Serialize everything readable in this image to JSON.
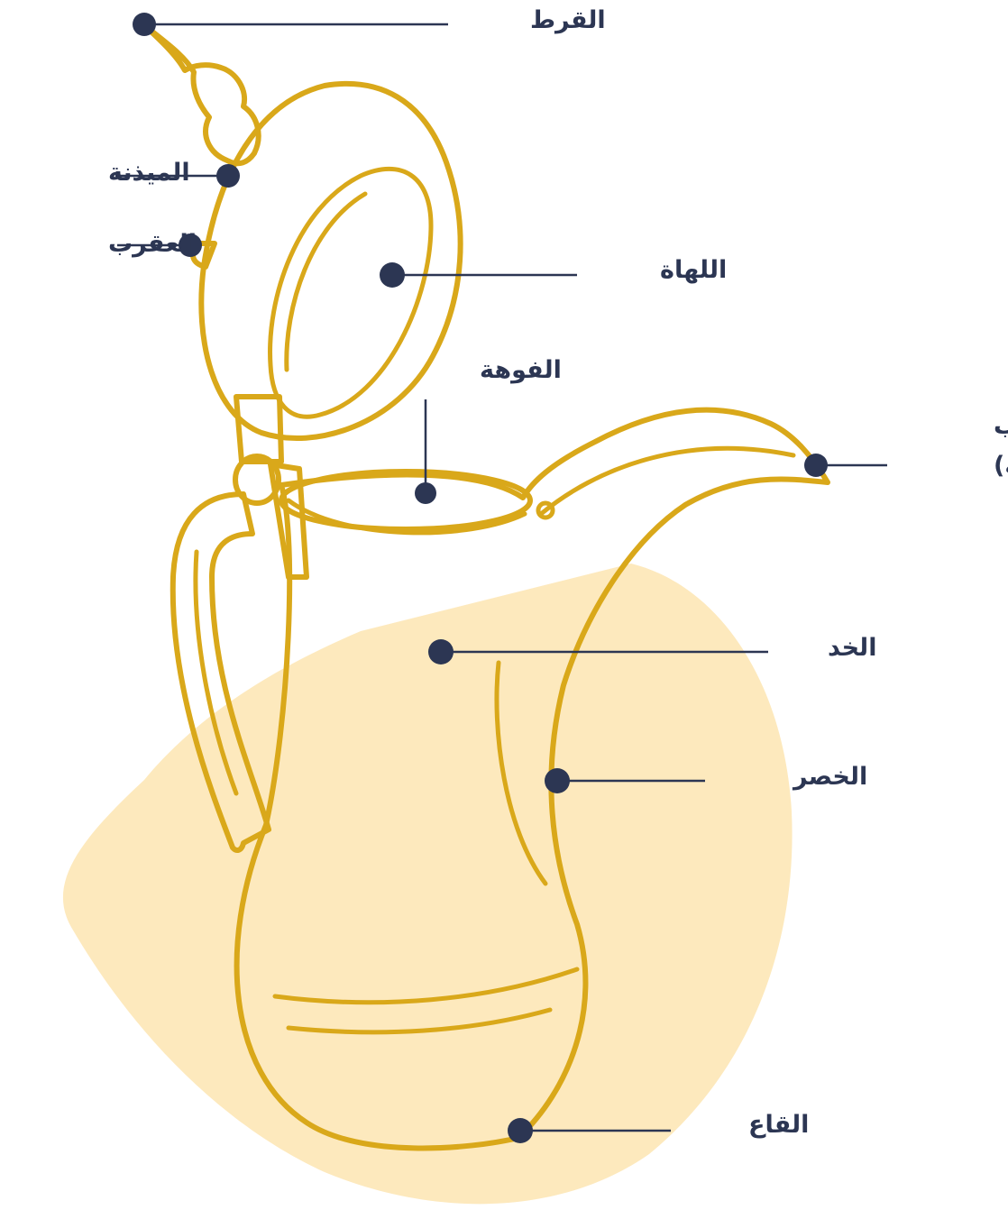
{
  "labels": {
    "finial": "القرط",
    "neck_knob": "الميذنة",
    "hinge_spur": "العقرب",
    "lid": "اللهاة",
    "mouth": "الفوهة",
    "spout_line1": "المصب",
    "spout_line2": "(الثعبة)",
    "cheek": "الخد",
    "waist": "الخصر",
    "base": "القاع"
  },
  "colors": {
    "label": "#2c3653",
    "pot_fill": "#e5c141",
    "pot_outline": "#d9a81a",
    "blob": "#fde9bd",
    "background": "#ffffff"
  }
}
